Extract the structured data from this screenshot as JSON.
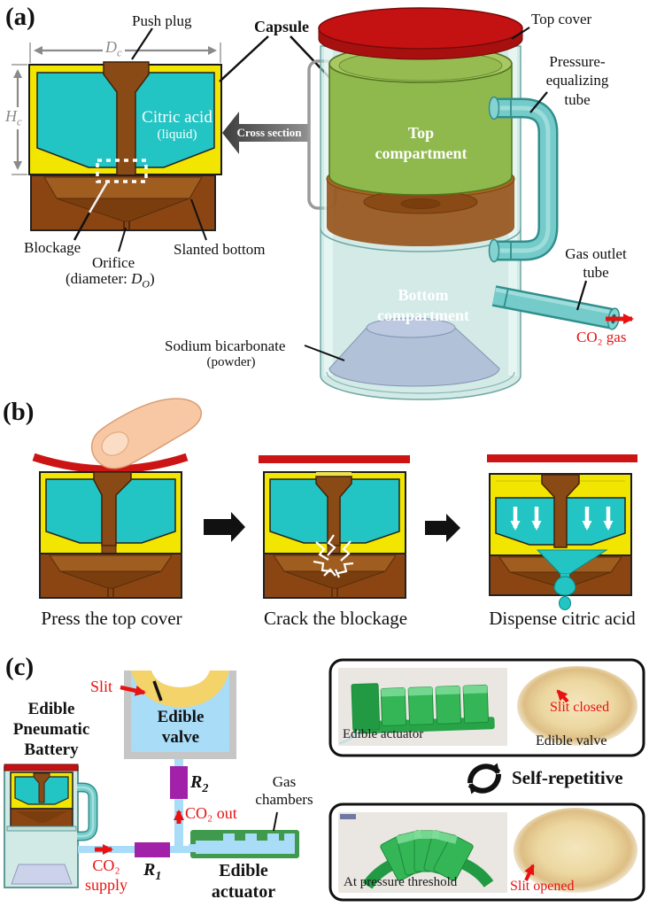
{
  "colors": {
    "capsule_yellow": "#f2e500",
    "acid_cyan": "#22c4c4",
    "plug_brown": "#8a4a15",
    "bottom_brown": "#8b4513",
    "cover_red": "#c41212",
    "accent_red": "#e81212",
    "compartment_green": "#8fb94d",
    "shell_teal": "#aed8d4",
    "tube_teal": "#74cbc9",
    "powder_blue": "#aebdd6",
    "resistor_purple": "#a122a8",
    "pipe_blue": "#a8dcf7",
    "valve_yellow": "#f5d36b",
    "frame_gray": "#c6c6c6",
    "actuator_green": "#3f9a4d",
    "photo_green": "#34b657",
    "valve_tan": "#ecd7a0"
  },
  "panel_a": {
    "tag": "(a)",
    "push_plug": "Push plug",
    "capsule": "Capsule",
    "dim_width": {
      "sym": "D",
      "sub": "c"
    },
    "dim_height": {
      "sym": "H",
      "sub": "c"
    },
    "citric_acid": "Citric acid",
    "citric_acid_state": "(liquid)",
    "cross_section": "Cross section",
    "blockage": "Blockage",
    "orifice": "Orifice",
    "orifice_detail": {
      "prefix": "(diameter: ",
      "sym": "D",
      "sub": "O",
      "suffix": ")"
    },
    "slanted_bottom": "Slanted bottom",
    "top_cover": "Top cover",
    "pressure_tube": {
      "l1": "Pressure-",
      "l2": "equalizing",
      "l3": "tube"
    },
    "top_compartment": {
      "l1": "Top",
      "l2": "compartment"
    },
    "bottom_compartment": {
      "l1": "Bottom",
      "l2": "compartment"
    },
    "gas_outlet": {
      "l1": "Gas outlet",
      "l2": "tube"
    },
    "co2_gas": "CO₂ gas",
    "sodium_bicarbonate": "Sodium bicarbonate",
    "sodium_state": "(powder)"
  },
  "panel_b": {
    "tag": "(b)",
    "steps": [
      {
        "caption": "Press the top cover"
      },
      {
        "caption": "Crack the blockage"
      },
      {
        "caption": "Dispense citric acid"
      }
    ]
  },
  "panel_c": {
    "tag": "(c)",
    "battery": {
      "l1": "Edible",
      "l2": "Pneumatic",
      "l3": "Battery"
    },
    "slit": "Slit",
    "valve": {
      "l1": "Edible",
      "l2": "valve"
    },
    "r1": {
      "sym": "R",
      "sub": "1"
    },
    "r2": {
      "sym": "R",
      "sub": "2"
    },
    "co2_out": "CO₂ out",
    "co2_supply": {
      "l1": "CO₂",
      "l2": "supply"
    },
    "gas_chambers": {
      "l1": "Gas",
      "l2": "chambers"
    },
    "actuator": {
      "l1": "Edible",
      "l2": "actuator"
    },
    "photos": {
      "edible_actuator": "Edible actuator",
      "slit_closed": "Slit closed",
      "edible_valve": "Edible valve",
      "self_repetitive": "Self-repetitive",
      "at_pressure_threshold": "At pressure threshold",
      "slit_opened": "Slit opened"
    }
  }
}
